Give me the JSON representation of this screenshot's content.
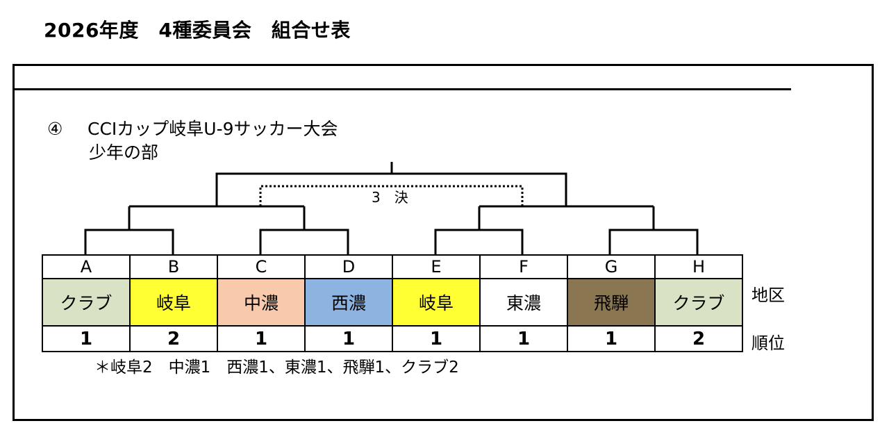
{
  "page_title": "2026年度　4種委員会　組合せ表",
  "event": {
    "number": "④",
    "name": "CCIカップ岐阜U-9サッカー大会",
    "division": "少年の部"
  },
  "third_place_label": "3　決",
  "teams": [
    {
      "slot": "A",
      "region": "クラブ",
      "rank": "1",
      "color": "#d9e2c4"
    },
    {
      "slot": "B",
      "region": "岐阜",
      "rank": "2",
      "color": "#ffff33"
    },
    {
      "slot": "C",
      "region": "中濃",
      "rank": "1",
      "color": "#f8caab"
    },
    {
      "slot": "D",
      "region": "西濃",
      "rank": "1",
      "color": "#8db3e0"
    },
    {
      "slot": "E",
      "region": "岐阜",
      "rank": "1",
      "color": "#ffff33"
    },
    {
      "slot": "F",
      "region": "東濃",
      "rank": "1",
      "color": "#ffffff"
    },
    {
      "slot": "G",
      "region": "飛騨",
      "rank": "1",
      "color": "#8a7650"
    },
    {
      "slot": "H",
      "region": "クラブ",
      "rank": "2",
      "color": "#d9e2c4"
    }
  ],
  "row_labels": {
    "region": "地区",
    "rank": "順位"
  },
  "note": "＊岐阜2　中濃1　西濃1、東濃1、飛騨1、クラブ2"
}
